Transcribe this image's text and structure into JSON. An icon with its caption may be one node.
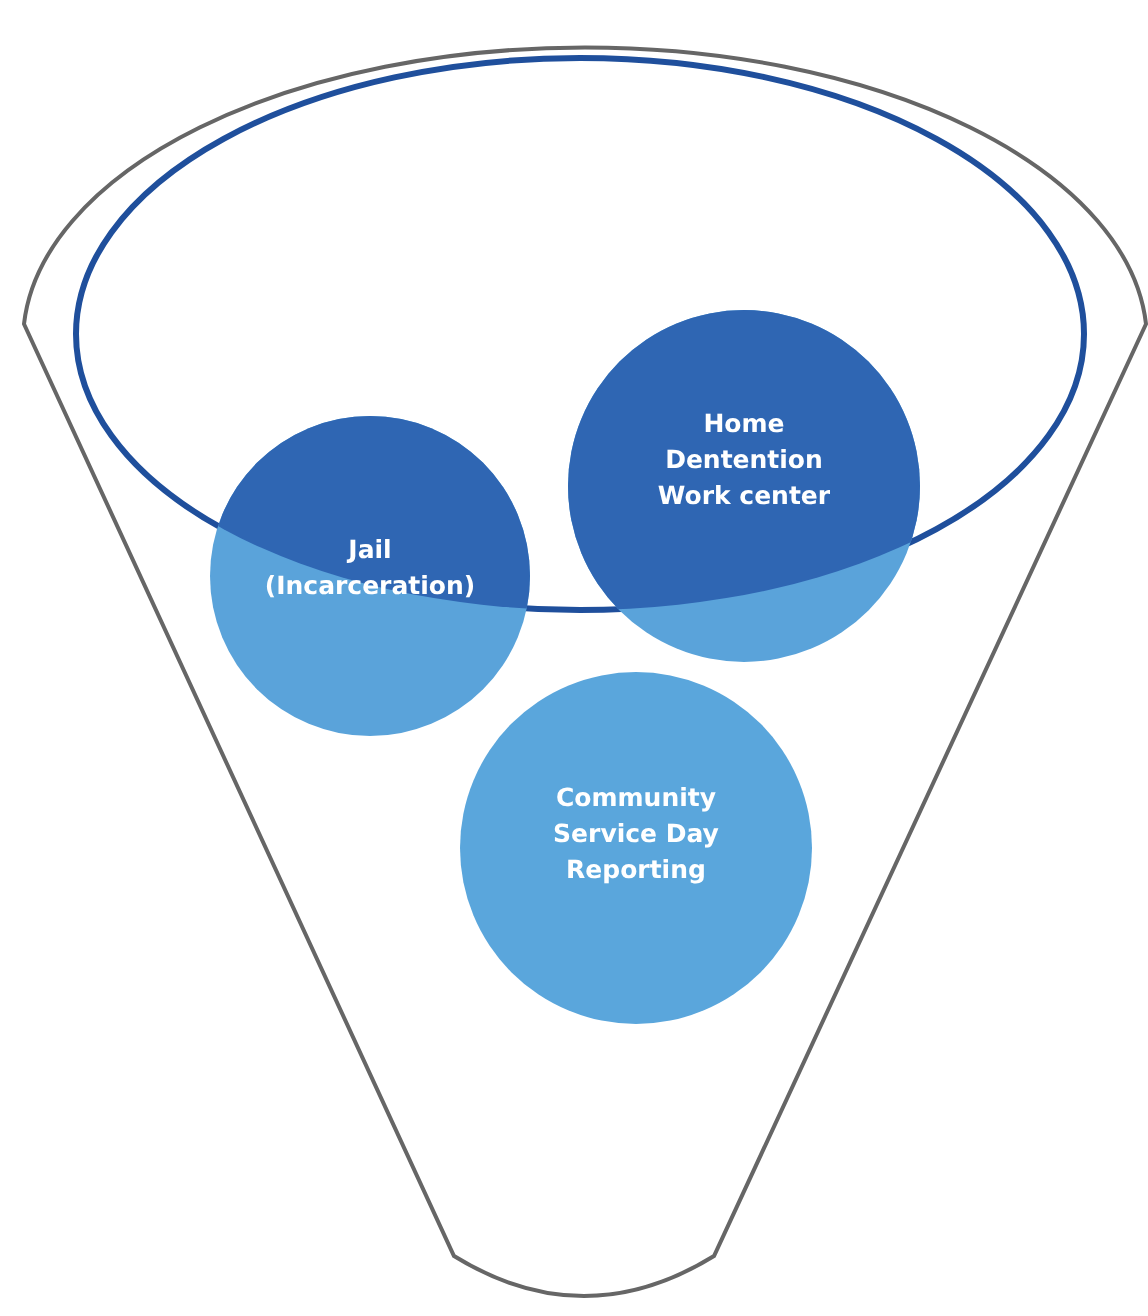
{
  "diagram": {
    "nodes": [
      {
        "text": [],
        "shape": "funnel"
      },
      {
        "text": [
          "Jail (Incarceration)"
        ],
        "in": 0
      },
      {
        "text": [
          "Home Dentention Work center"
        ],
        "in": 0
      },
      {
        "text": [
          "Community Service Day Reporting"
        ],
        "in": 0
      }
    ]
  }
}
